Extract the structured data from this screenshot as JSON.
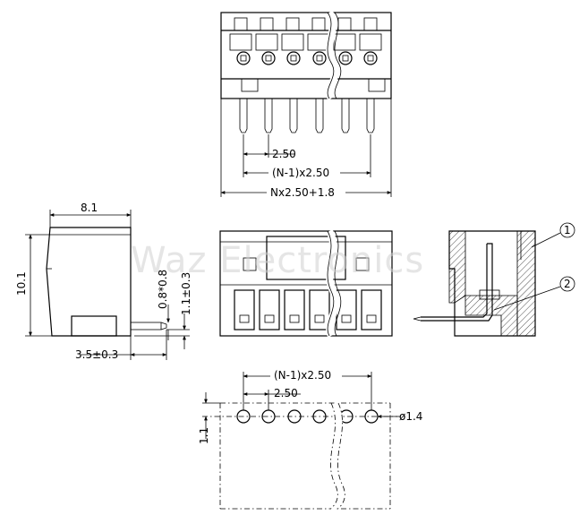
{
  "watermark": "Waz Electronics",
  "top_view": {
    "pitch_label": "2.50",
    "span_label": "(N-1)x2.50",
    "overall_label": "Nx2.50+1.8"
  },
  "side_view": {
    "width_label": "8.1",
    "height_label": "10.1",
    "pin_label": "0.8*0.8",
    "pin_tolerance_label": "1.1±0.3",
    "offset_label": "3.5±0.3"
  },
  "section_view": {
    "callout_1": "1",
    "callout_2": "2"
  },
  "pcb_layout": {
    "span_label": "(N-1)x2.50",
    "pitch_label": "2.50",
    "hole_label": "ø1.4",
    "edge_label": "1.1"
  }
}
